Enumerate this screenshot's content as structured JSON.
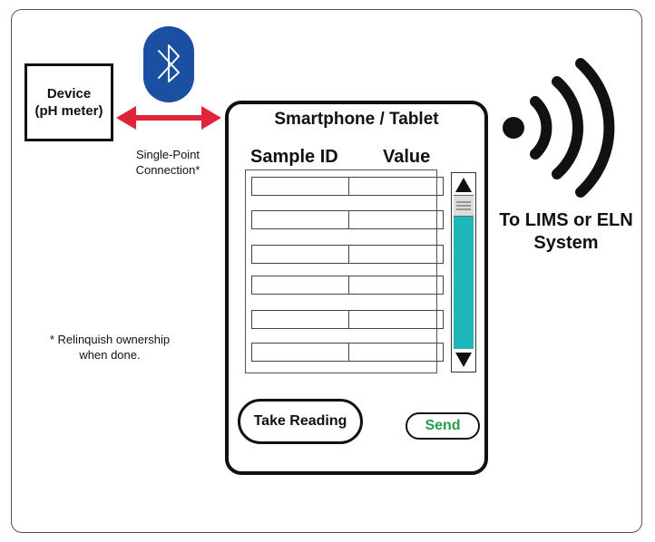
{
  "device": {
    "line1": "Device",
    "line2": "(pH meter)"
  },
  "connection": {
    "line1": "Single-Point",
    "line2": "Connection*"
  },
  "footnote": {
    "line1": "* Relinquish ownership",
    "line2": "when done."
  },
  "phone": {
    "title": "Smartphone / Tablet",
    "columns": [
      "Sample ID",
      "Value"
    ],
    "rows": [
      {
        "sample_id": "",
        "value": ""
      },
      {
        "sample_id": "",
        "value": ""
      },
      {
        "sample_id": "",
        "value": ""
      },
      {
        "sample_id": "",
        "value": ""
      },
      {
        "sample_id": "",
        "value": ""
      },
      {
        "sample_id": "",
        "value": ""
      }
    ],
    "take_reading_label": "Take Reading",
    "send_label": "Send"
  },
  "destination": {
    "line1": "To LIMS or ELN",
    "line2": "System"
  },
  "colors": {
    "bluetooth_badge": "#1b4fa0",
    "arrow": "#e0243a",
    "scroll_track": "#1fb7b9",
    "send_text": "#22a049"
  },
  "icons": {
    "bluetooth": "bluetooth-icon",
    "wireless": "wireless-signal-icon",
    "scroll_up": "arrow-up-icon",
    "scroll_down": "arrow-down-icon"
  }
}
